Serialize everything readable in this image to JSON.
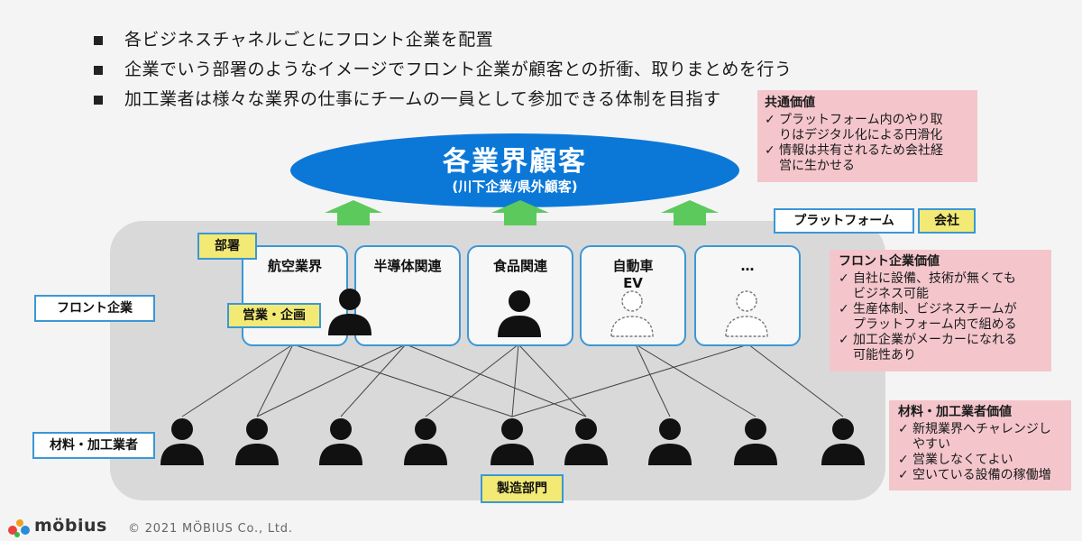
{
  "bullets": [
    "各ビジネスチャネルごとにフロント企業を配置",
    "企業でいう部署のようなイメージでフロント企業が顧客との折衝、取りまとめを行う",
    "加工業者は様々な業界の仕事にチームの一員として参加できる体制を目指す"
  ],
  "customer": {
    "title": "各業界顧客",
    "subtitle": "(川下企業/県外顧客)"
  },
  "industries": [
    {
      "name": "航空業界"
    },
    {
      "name": "半導体関連"
    },
    {
      "name": "食品関連"
    },
    {
      "name": "自動車",
      "sub": "EV"
    },
    {
      "name": "…"
    }
  ],
  "tags": {
    "busho": "部署",
    "eigyo": "営業・企画",
    "front": "フロント企業",
    "zairyo": "材料・加工業者",
    "seizo": "製造部門",
    "platform": "プラットフォーム",
    "kaisha": "会社"
  },
  "notes": {
    "common": {
      "title": "共通価値",
      "items": [
        [
          "プラットフォーム内のやり取",
          "りはデジタル化による円滑化"
        ],
        [
          "情報は共有されるため会社経",
          "営に生かせる"
        ]
      ]
    },
    "front": {
      "title": "フロント企業価値",
      "items": [
        [
          "自社に設備、技術が無くても",
          "ビジネス可能"
        ],
        [
          "生産体制、ビジネスチームが",
          "プラットフォーム内で組める"
        ],
        [
          "加工企業がメーカーになれる",
          "可能性あり"
        ]
      ]
    },
    "material": {
      "title": "材料・加工業者価値",
      "items": [
        [
          "新規業界へチャレンジし",
          "やすい"
        ],
        [
          "営業しなくてよい"
        ],
        [
          "空いている設備の稼働増"
        ]
      ]
    }
  },
  "checkmark": "✓",
  "footer": {
    "logo": "möbius",
    "copyright": "© 2021 MÖBIUS Co., Ltd."
  },
  "colors": {
    "ellipse": "#0b78d8",
    "arrow": "#5cc95c",
    "border": "#3b97d6",
    "yellow": "#f2ea74",
    "pink": "#f4c6cc"
  }
}
